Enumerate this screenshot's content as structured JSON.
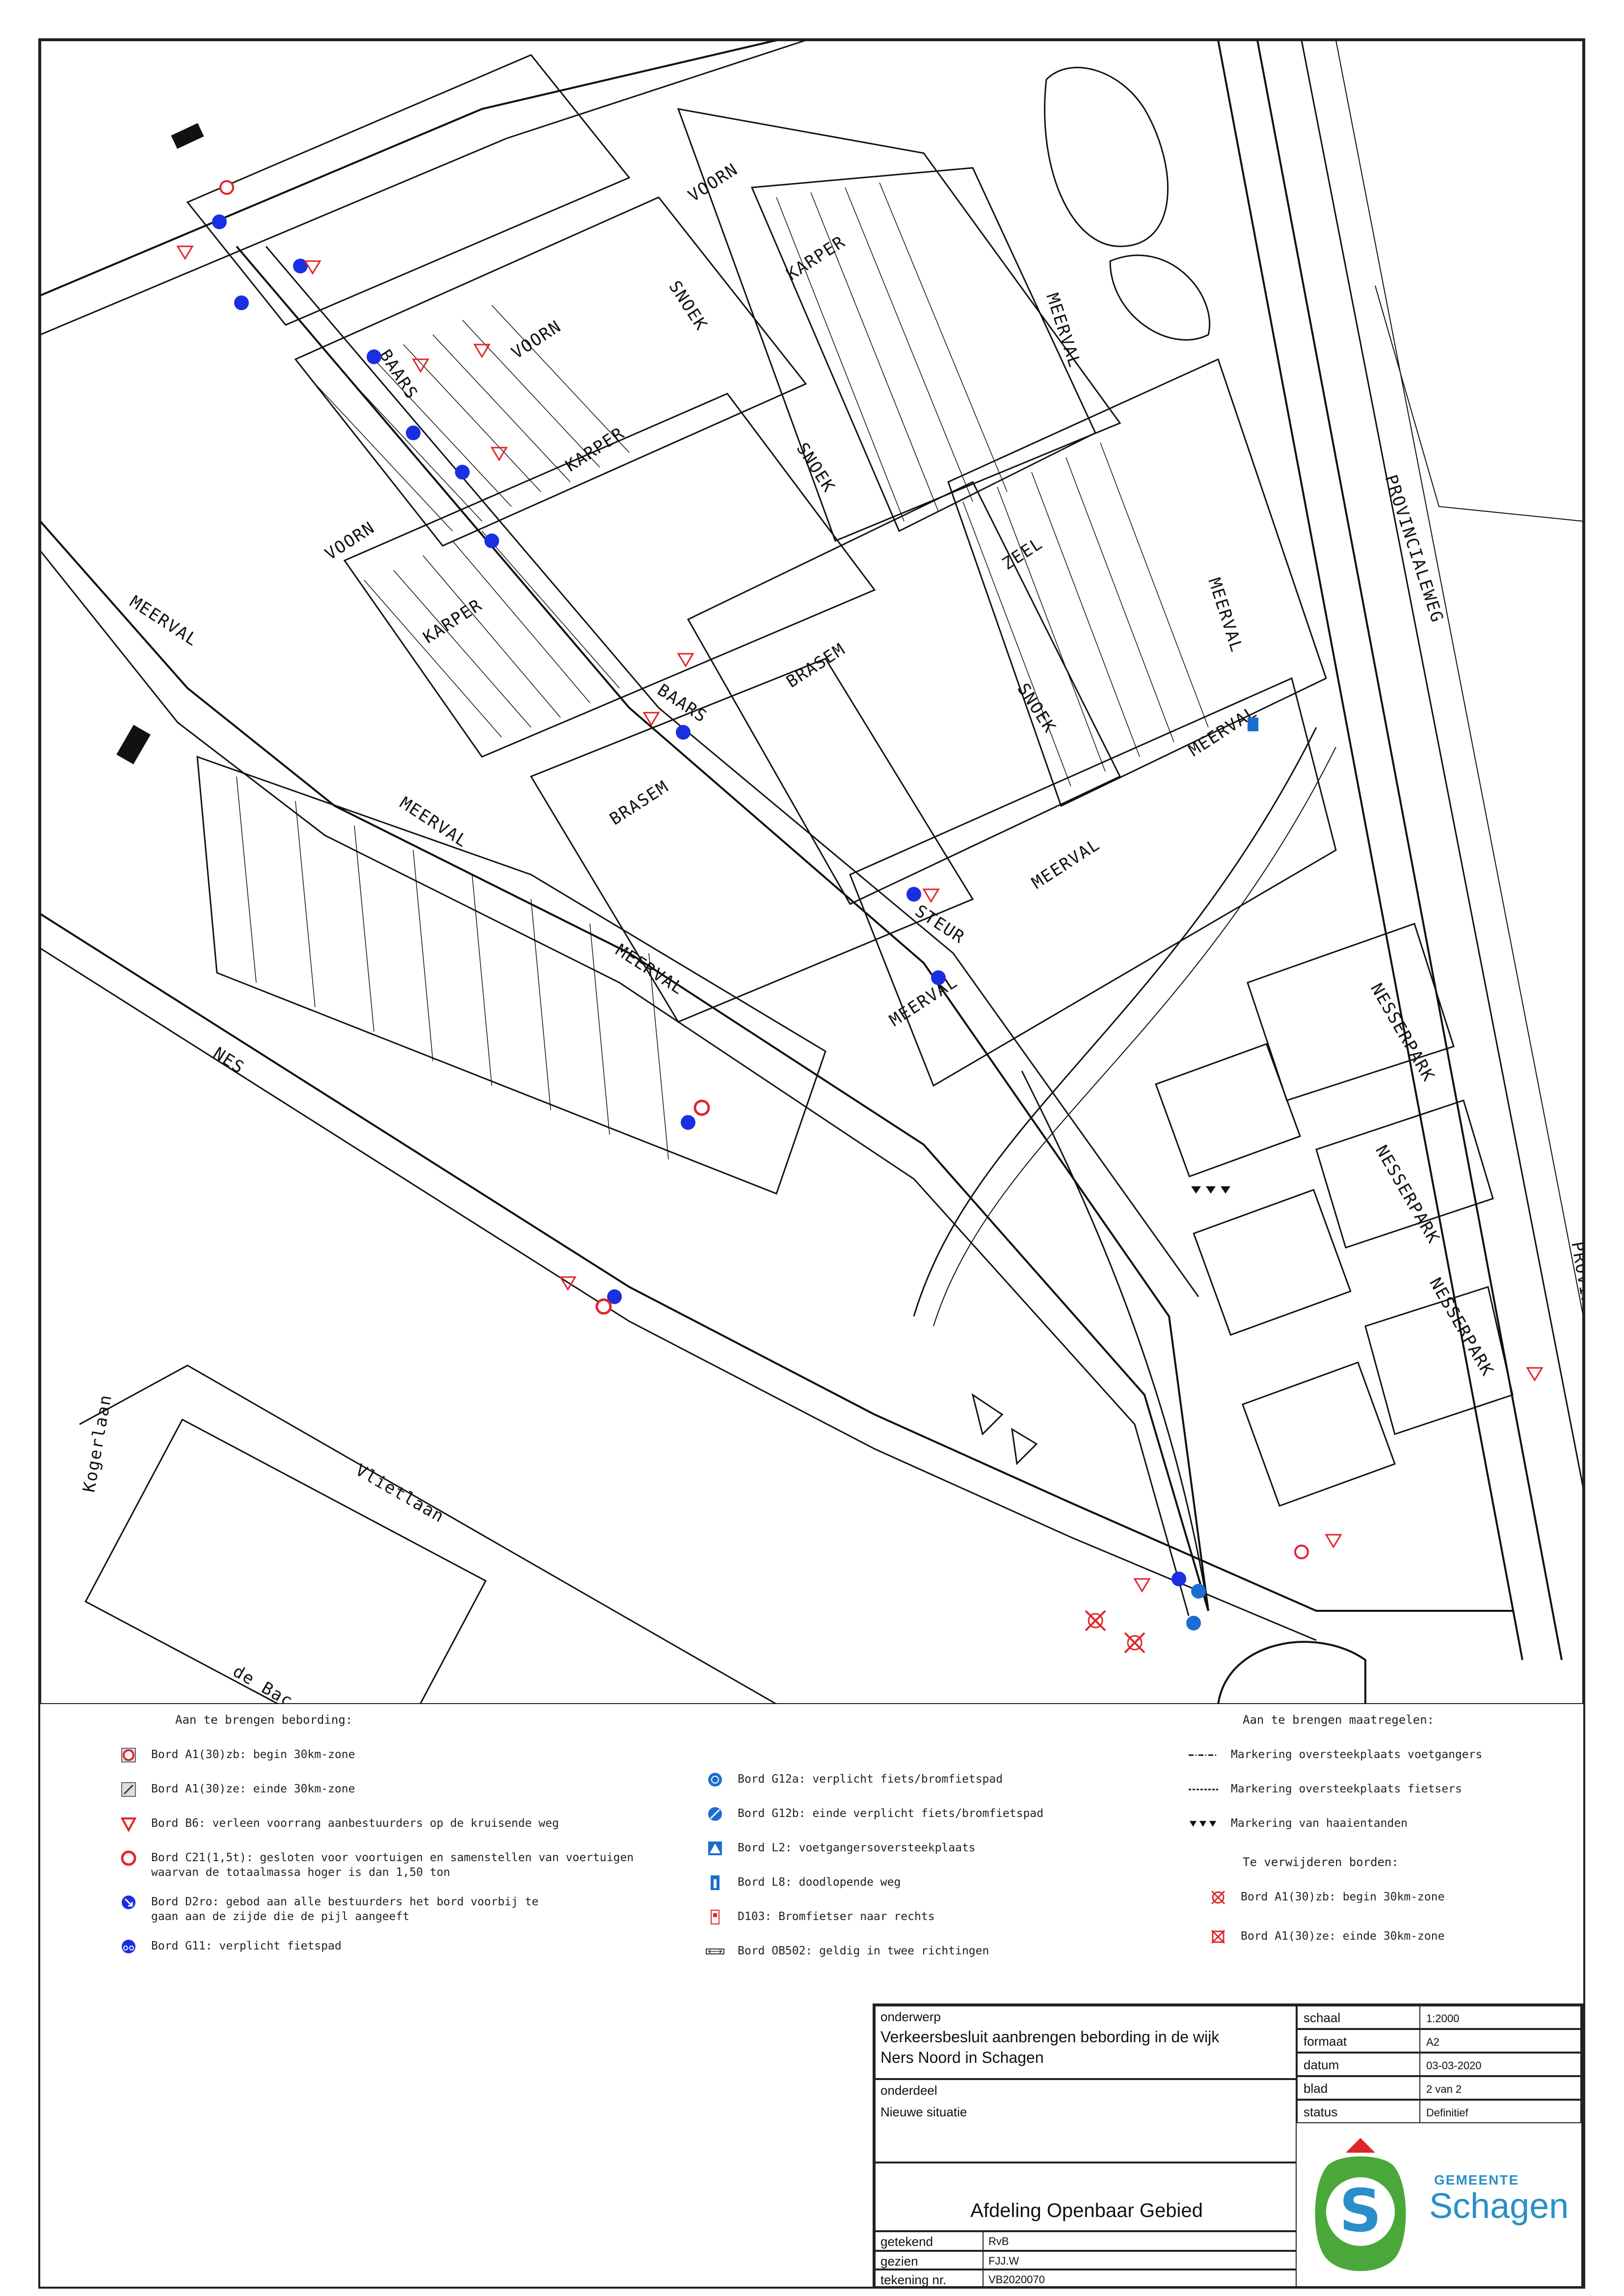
{
  "map": {
    "streets": [
      {
        "name": "VOORN"
      },
      {
        "name": "KARPER"
      },
      {
        "name": "SNOEK"
      },
      {
        "name": "MEERVAL"
      },
      {
        "name": "VOORN"
      },
      {
        "name": "BAARS"
      },
      {
        "name": "KARPER"
      },
      {
        "name": "SNOEK"
      },
      {
        "name": "VOORN"
      },
      {
        "name": "ZEEL"
      },
      {
        "name": "MEERVAL"
      },
      {
        "name": "KARPER"
      },
      {
        "name": "BRASEM"
      },
      {
        "name": "MEERVAL"
      },
      {
        "name": "SNOEK"
      },
      {
        "name": "BAARS"
      },
      {
        "name": "PROVINCIALEWEG"
      },
      {
        "name": "MEERVAL"
      },
      {
        "name": "BRASEM"
      },
      {
        "name": "MEERVAL"
      },
      {
        "name": "MEERVAL"
      },
      {
        "name": "STEUR"
      },
      {
        "name": "MEERVAL"
      },
      {
        "name": "MEERVAL"
      },
      {
        "name": "NES"
      },
      {
        "name": "NESSERPARK"
      },
      {
        "name": "NESSERPARK"
      },
      {
        "name": "NESSERPARK"
      },
      {
        "name": "PROVINCIALEWEG"
      },
      {
        "name": "Kogerlaan"
      },
      {
        "name": "Vlietlaan"
      },
      {
        "name": "de Bac"
      }
    ],
    "colors": {
      "sign_blue": "#1a2fe0",
      "sign_red": "#e0242a",
      "linework": "#111111"
    }
  },
  "legend": {
    "left_heading": "Aan te brengen bebording:",
    "left_items": [
      {
        "icon": "a1-30zb-sign-icon",
        "text": "Bord A1(30)zb: begin 30km-zone"
      },
      {
        "icon": "a1-30ze-sign-icon",
        "text": "Bord A1(30)ze: einde 30km-zone"
      },
      {
        "icon": "b6-yield-triangle-icon",
        "text": "Bord B6: verleen voorrang aanbestuurders op de kruisende weg"
      },
      {
        "icon": "c21-weight-limit-sign-icon",
        "text": "Bord C21(1,5t): gesloten voor voortuigen en samenstellen van voertuigen\n        waarvan de totaalmassa hoger is dan 1,50 ton"
      },
      {
        "icon": "d2ro-arrow-sign-icon",
        "text": "Bord D2ro: gebod aan alle bestuurders het bord voorbij te\ngaan aan de zijde die de pijl aangeeft"
      },
      {
        "icon": "g11-cycle-path-sign-icon",
        "text": "Bord G11: verplicht fietspad"
      }
    ],
    "middle_items": [
      {
        "icon": "g12a-sign-icon",
        "text": "Bord G12a: verplicht fiets/bromfietspad"
      },
      {
        "icon": "g12b-sign-icon",
        "text": "Bord G12b: einde verplicht fiets/bromfietspad"
      },
      {
        "icon": "l2-crossing-sign-icon",
        "text": "Bord L2: voetgangersoversteekplaats"
      },
      {
        "icon": "l8-dead-end-sign-icon",
        "text": "Bord L8: doodlopende weg"
      },
      {
        "icon": "d103-moped-sign-icon",
        "text": "D103: Bromfietser naar rechts"
      },
      {
        "icon": "ob502-two-way-sign-icon",
        "text": "Bord OB502: geldig in twee richtingen"
      }
    ],
    "right_heading": "Aan te brengen maatregelen:",
    "right_items": [
      {
        "icon": "pedestrian-crossing-marking-icon",
        "text": "Markering oversteekplaats voetgangers"
      },
      {
        "icon": "cyclist-crossing-marking-icon",
        "text": "Markering oversteekplaats fietsers"
      },
      {
        "icon": "sharks-teeth-marking-icon",
        "text": "Markering van haaientanden"
      }
    ],
    "remove_heading": "Te verwijderen borden:",
    "remove_items": [
      {
        "icon": "remove-a1-30zb-icon",
        "text": "Bord A1(30)zb: begin 30km-zone"
      },
      {
        "icon": "remove-a1-30ze-icon",
        "text": "Bord A1(30)ze: einde 30km-zone"
      }
    ]
  },
  "titleblock": {
    "onderwerp_label": "onderwerp",
    "onderwerp_line1": "Verkeersbesluit aanbrengen bebording in de wijk",
    "onderwerp_line2": "Ners Noord in Schagen",
    "onderdeel_label": "onderdeel",
    "onderdeel_value": "Nieuwe situatie",
    "department": "Afdeling Openbaar Gebied",
    "fields": [
      {
        "label": "schaal",
        "value": "1:2000"
      },
      {
        "label": "formaat",
        "value": "A2"
      },
      {
        "label": "datum",
        "value": "03-03-2020"
      },
      {
        "label": "blad",
        "value": "2 van 2"
      },
      {
        "label": "status",
        "value": "Definitief"
      }
    ],
    "getekend_label": "getekend",
    "getekend_value": "RvB",
    "gezien_label": "gezien",
    "gezien_value": "FJJ.W",
    "tekening_label": "tekening nr.",
    "tekening_value": "VB2020070",
    "logo_small": "GEMEENTE",
    "logo_big": "Schagen"
  }
}
